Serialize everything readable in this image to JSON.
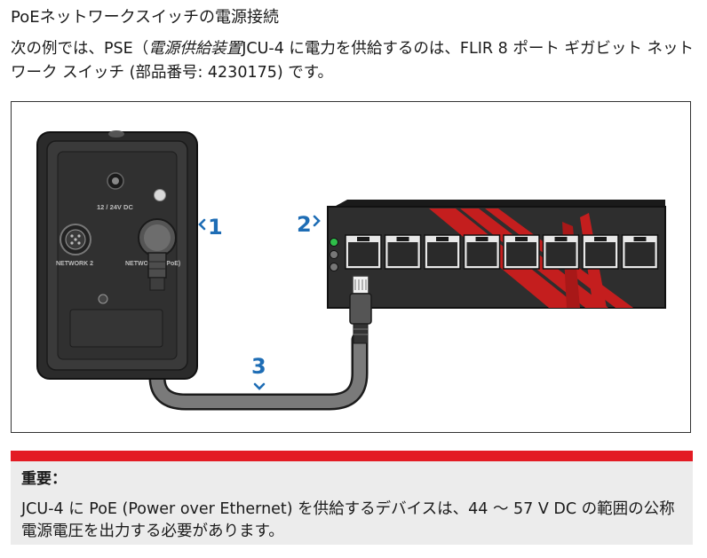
{
  "heading": "PoEネットワークスイッチの電源接続",
  "intro": {
    "before": "次の例では、PSE（",
    "emphasis": "電源供給装置",
    "after": "JCU-4 に電力を供給するのは、FLIR 8 ポート ギガビット ネットワーク スイッチ (部品番号: 4230175) です。"
  },
  "figure": {
    "jcu_labels": {
      "voltage": "12 / 24V DC",
      "network2": "NETWORK 2",
      "network1": "NETWORK 1 (PoE)"
    },
    "callouts": [
      "1",
      "2",
      "3"
    ],
    "switch_port_count": 8,
    "colors": {
      "accent_blue": "#1e6db5",
      "brand_red": "#e31b23",
      "device_dark": "#2b2b2b",
      "led_green": "#2fbf4a"
    }
  },
  "notice": {
    "heading": "重要：",
    "body": "JCU-4 に PoE (Power over Ethernet) を供給するデバイスは、44 ～ 57 V DC の範囲の公称電源電圧を出力する必要があります。"
  }
}
